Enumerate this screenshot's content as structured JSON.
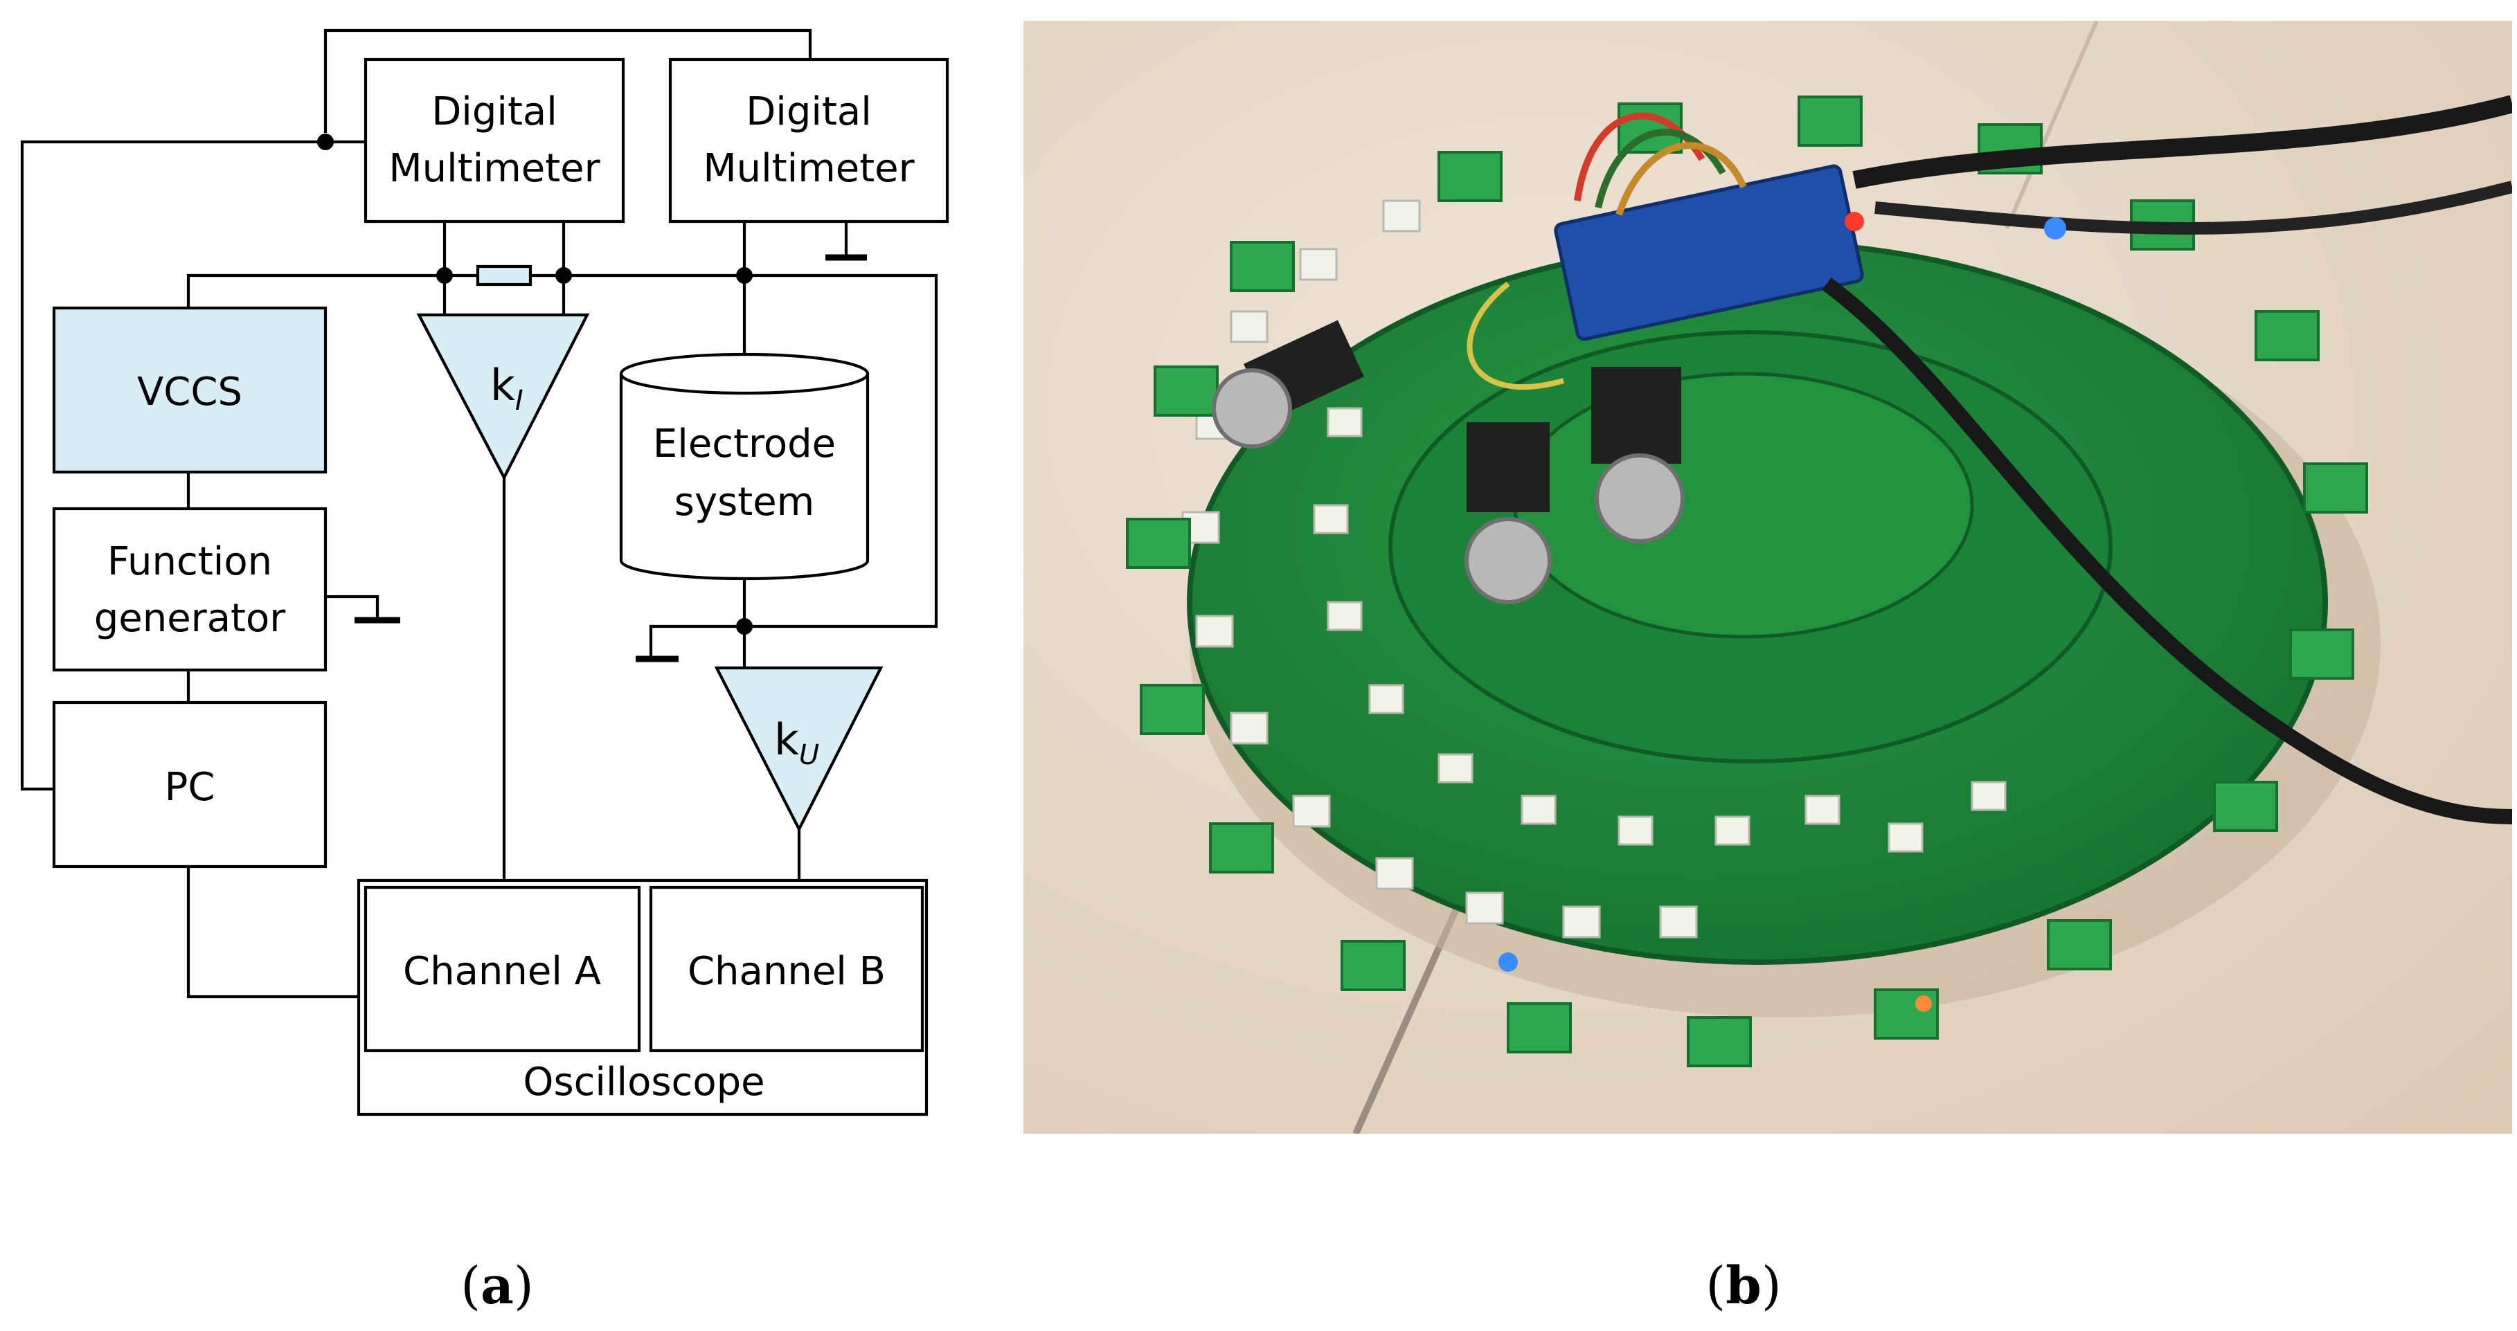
{
  "panel_a": {
    "caption_letter": "a",
    "blocks": {
      "dmm1": [
        "Digital",
        "Multimeter"
      ],
      "dmm2": [
        "Digital",
        "Multimeter"
      ],
      "vccs": "VCCS",
      "funcgen": [
        "Function",
        "generator"
      ],
      "pc": "PC",
      "electrode": [
        "Electrode",
        "system"
      ],
      "channel_a": "Channel A",
      "channel_b": "Channel B",
      "oscilloscope": "Oscilloscope"
    },
    "amp_current": {
      "main": "k",
      "sub": "I"
    },
    "amp_voltage": {
      "main": "k",
      "sub": "U"
    },
    "colors": {
      "highlight": "#d9edf4",
      "line": "#000000"
    }
  },
  "panel_b": {
    "caption_letter": "b",
    "photo_description_icon": "pcb-photo",
    "colors": {
      "floor": "#e7d9c9",
      "pcb": "#1f8a3c",
      "connector": "#2ea84f",
      "pad": "#f2f2ec"
    }
  }
}
